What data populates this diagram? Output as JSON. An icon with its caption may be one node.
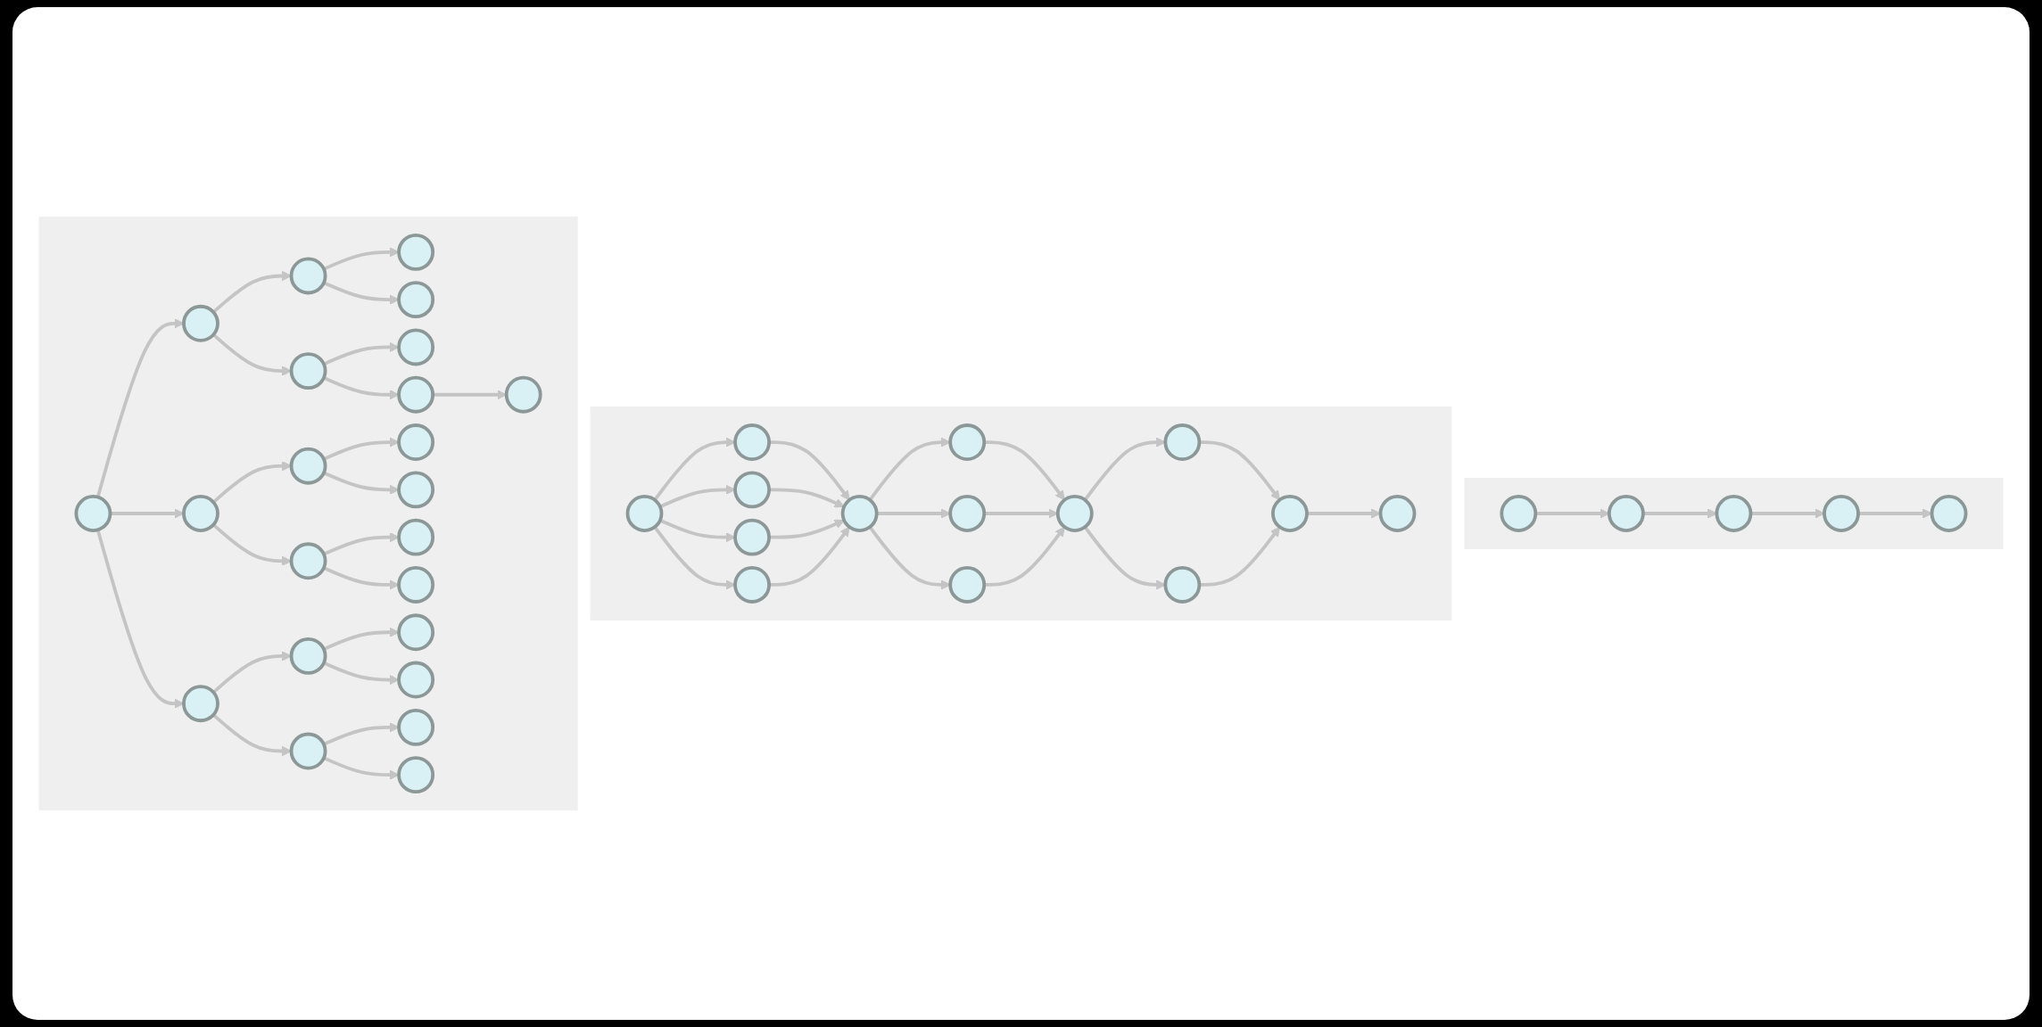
{
  "diagram": {
    "nodes": [
      {
        "text": [],
        "shape": "box"
      },
      {
        "text": [],
        "shape": "circle",
        "in": 0
      },
      {
        "text": [],
        "shape": "circle",
        "in": 0
      },
      {
        "text": [],
        "shape": "circle",
        "in": 0
      },
      {
        "text": [],
        "shape": "circle",
        "in": 0
      },
      {
        "text": [],
        "shape": "circle",
        "in": 0
      },
      {
        "text": [],
        "shape": "circle",
        "in": 0
      },
      {
        "text": [],
        "shape": "circle",
        "in": 0
      },
      {
        "text": [],
        "shape": "circle",
        "in": 0
      },
      {
        "text": [],
        "shape": "circle",
        "in": 0
      },
      {
        "text": [],
        "shape": "circle",
        "in": 0
      },
      {
        "text": [],
        "shape": "circle",
        "in": 0
      },
      {
        "text": [],
        "shape": "circle",
        "in": 0
      },
      {
        "text": [],
        "shape": "circle",
        "in": 0
      },
      {
        "text": [],
        "shape": "circle",
        "in": 0
      },
      {
        "text": [],
        "shape": "circle",
        "in": 0
      },
      {
        "text": [],
        "shape": "circle",
        "in": 0
      },
      {
        "text": [],
        "shape": "circle",
        "in": 0
      },
      {
        "text": [],
        "shape": "circle",
        "in": 0
      },
      {
        "text": [],
        "shape": "circle",
        "in": 0
      },
      {
        "text": [],
        "shape": "circle",
        "in": 0
      },
      {
        "text": [],
        "shape": "circle",
        "in": 0
      },
      {
        "text": [],
        "shape": "circle",
        "in": 0
      },
      {
        "text": [],
        "shape": "circle",
        "in": 0
      },
      {
        "text": [],
        "shape": "box"
      },
      {
        "text": [],
        "shape": "circle",
        "in": 24
      },
      {
        "text": [],
        "shape": "circle",
        "in": 24
      },
      {
        "text": [],
        "shape": "circle",
        "in": 24
      },
      {
        "text": [],
        "shape": "circle",
        "in": 24
      },
      {
        "text": [],
        "shape": "circle",
        "in": 24
      },
      {
        "text": [],
        "shape": "circle",
        "in": 24
      },
      {
        "text": [],
        "shape": "circle",
        "in": 24
      },
      {
        "text": [],
        "shape": "circle",
        "in": 24
      },
      {
        "text": [],
        "shape": "circle",
        "in": 24
      },
      {
        "text": [],
        "shape": "circle",
        "in": 24
      },
      {
        "text": [],
        "shape": "circle",
        "in": 24
      },
      {
        "text": [],
        "shape": "circle",
        "in": 24
      },
      {
        "text": [],
        "shape": "circle",
        "in": 24
      },
      {
        "text": [],
        "shape": "circle",
        "in": 24
      },
      {
        "text": [],
        "shape": "box"
      },
      {
        "text": [],
        "shape": "circle",
        "in": 39
      },
      {
        "text": [],
        "shape": "circle",
        "in": 39
      },
      {
        "text": [],
        "shape": "circle",
        "in": 39
      },
      {
        "text": [],
        "shape": "circle",
        "in": 39
      },
      {
        "text": [],
        "shape": "circle",
        "in": 39
      }
    ],
    "edges": [
      {
        "from": 1,
        "to": 2,
        "arrow": "to"
      },
      {
        "from": 1,
        "to": 3,
        "arrow": "to"
      },
      {
        "from": 1,
        "to": 4,
        "arrow": "to"
      },
      {
        "from": 2,
        "to": 5,
        "arrow": "to"
      },
      {
        "from": 2,
        "to": 6,
        "arrow": "to"
      },
      {
        "from": 3,
        "to": 7,
        "arrow": "to"
      },
      {
        "from": 3,
        "to": 8,
        "arrow": "to"
      },
      {
        "from": 4,
        "to": 9,
        "arrow": "to"
      },
      {
        "from": 4,
        "to": 10,
        "arrow": "to"
      },
      {
        "from": 5,
        "to": 11,
        "arrow": "to"
      },
      {
        "from": 5,
        "to": 12,
        "arrow": "to"
      },
      {
        "from": 6,
        "to": 13,
        "arrow": "to"
      },
      {
        "from": 6,
        "to": 14,
        "arrow": "to"
      },
      {
        "from": 7,
        "to": 15,
        "arrow": "to"
      },
      {
        "from": 7,
        "to": 16,
        "arrow": "to"
      },
      {
        "from": 8,
        "to": 17,
        "arrow": "to"
      },
      {
        "from": 8,
        "to": 18,
        "arrow": "to"
      },
      {
        "from": 9,
        "to": 19,
        "arrow": "to"
      },
      {
        "from": 9,
        "to": 20,
        "arrow": "to"
      },
      {
        "from": 10,
        "to": 21,
        "arrow": "to"
      },
      {
        "from": 10,
        "to": 22,
        "arrow": "to"
      },
      {
        "from": 14,
        "to": 23,
        "arrow": "to"
      },
      {
        "from": 25,
        "to": 26,
        "arrow": "to"
      },
      {
        "from": 25,
        "to": 27,
        "arrow": "to"
      },
      {
        "from": 25,
        "to": 28,
        "arrow": "to"
      },
      {
        "from": 25,
        "to": 29,
        "arrow": "to"
      },
      {
        "from": 26,
        "to": 30,
        "arrow": "to"
      },
      {
        "from": 27,
        "to": 30,
        "arrow": "to"
      },
      {
        "from": 28,
        "to": 30,
        "arrow": "to"
      },
      {
        "from": 29,
        "to": 30,
        "arrow": "to"
      },
      {
        "from": 30,
        "to": 31,
        "arrow": "to"
      },
      {
        "from": 30,
        "to": 32,
        "arrow": "to"
      },
      {
        "from": 30,
        "to": 33,
        "arrow": "to"
      },
      {
        "from": 31,
        "to": 34,
        "arrow": "to"
      },
      {
        "from": 32,
        "to": 34,
        "arrow": "to"
      },
      {
        "from": 33,
        "to": 34,
        "arrow": "to"
      },
      {
        "from": 34,
        "to": 35,
        "arrow": "to"
      },
      {
        "from": 34,
        "to": 36,
        "arrow": "to"
      },
      {
        "from": 35,
        "to": 37,
        "arrow": "to"
      },
      {
        "from": 36,
        "to": 37,
        "arrow": "to"
      },
      {
        "from": 37,
        "to": 38,
        "arrow": "to"
      },
      {
        "from": 40,
        "to": 41,
        "arrow": "to"
      },
      {
        "from": 41,
        "to": 42,
        "arrow": "to"
      },
      {
        "from": 42,
        "to": 43,
        "arrow": "to"
      },
      {
        "from": 43,
        "to": 44,
        "arrow": "to"
      }
    ]
  }
}
